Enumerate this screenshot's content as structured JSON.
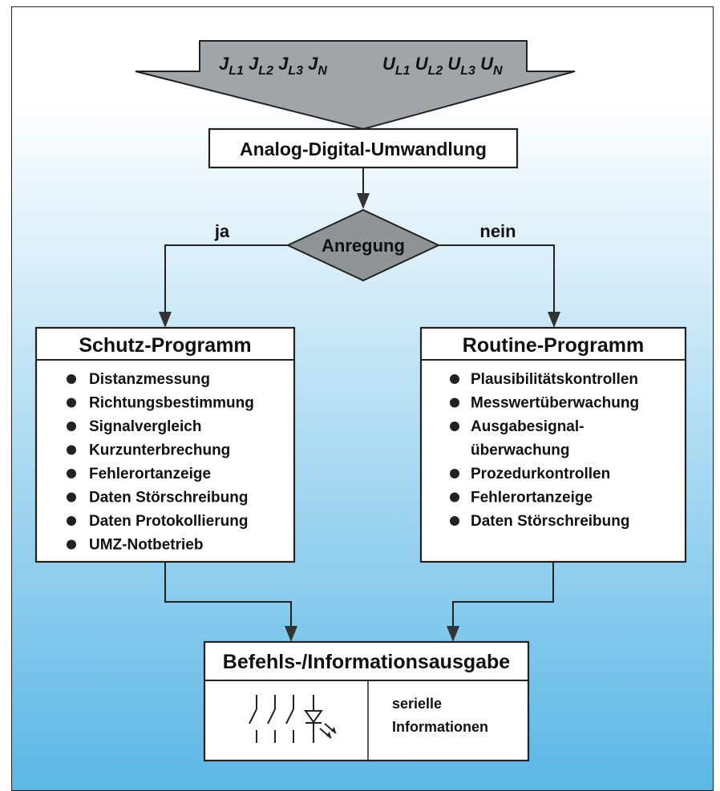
{
  "top_input": {
    "currents": [
      {
        "sym": "J",
        "sub": "L1"
      },
      {
        "sym": "J",
        "sub": "L2"
      },
      {
        "sym": "J",
        "sub": "L3"
      },
      {
        "sym": "J",
        "sub": "N"
      }
    ],
    "voltages": [
      {
        "sym": "U",
        "sub": "L1"
      },
      {
        "sym": "U",
        "sub": "L2"
      },
      {
        "sym": "U",
        "sub": "L3"
      },
      {
        "sym": "U",
        "sub": "N"
      }
    ]
  },
  "adc": {
    "label": "Analog-Digital-Umwandlung"
  },
  "decision": {
    "label": "Anregung",
    "yes": "ja",
    "no": "nein"
  },
  "protection": {
    "title": "Schutz-Programm",
    "items": [
      "Distanzmessung",
      "Richtungsbestimmung",
      "Signalvergleich",
      "Kurzunterbrechung",
      "Fehlerortanzeige",
      "Daten Störschreibung",
      "Daten Protokollierung",
      "UMZ-Notbetrieb"
    ]
  },
  "routine": {
    "title": "Routine-Programm",
    "items": [
      "Plausibilitätskontrollen",
      "Messwertüberwachung",
      "Ausgabesignal-",
      "überwachung",
      "Prozedurkontrollen",
      "Fehlerortanzeige",
      "Daten Störschreibung"
    ]
  },
  "output": {
    "title": "Befehls-/Informationsausgabe",
    "serial_line1": "serielle",
    "serial_line2": "Informationen"
  },
  "colors": {
    "gradient_top": "#ffffff",
    "gradient_bottom": "#5bb7e6",
    "funnel": "#9fa5a8",
    "diamond": "#8e9498"
  }
}
